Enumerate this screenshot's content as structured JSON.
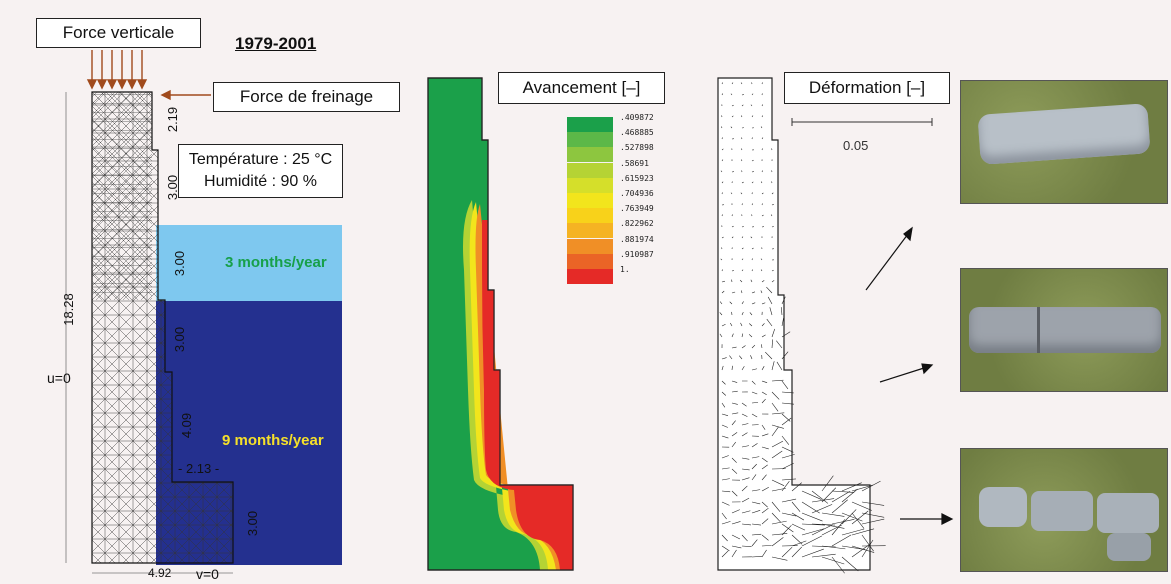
{
  "title": "1979-2001",
  "mesh_panel": {
    "force_verticale": "Force verticale",
    "force_freinage": "Force de freinage",
    "conditions": {
      "temperature": "Température : 25 °C",
      "humidite": "Humidité : 90 %"
    },
    "band_top": {
      "label": "3 months/year",
      "color": "#7ec8ef"
    },
    "band_bottom": {
      "label": "9 months/year",
      "color": "#24308f"
    },
    "dimensions": {
      "d1": "2.19",
      "d2": "3.00",
      "d3": "3.00",
      "d4": "3.00",
      "d5": "4.09",
      "d6": "- 2.13 -",
      "d7": "3.00",
      "height": "18.28",
      "width": "4.92"
    },
    "bc_u": "u=0",
    "bc_v": "v=0"
  },
  "avancement_panel": {
    "label": "Avancement [–]",
    "legend": [
      {
        "value": ".409872",
        "color": "#1ba04a"
      },
      {
        "value": ".468885",
        "color": "#5cb848"
      },
      {
        "value": ".527898",
        "color": "#8dc63f"
      },
      {
        "value": ".58691",
        "color": "#b5d334"
      },
      {
        "value": ".615923",
        "color": "#d5df2a"
      },
      {
        "value": ".704936",
        "color": "#f2e51c"
      },
      {
        "value": ".763949",
        "color": "#f8d21a"
      },
      {
        "value": ".822962",
        "color": "#f5b323"
      },
      {
        "value": ".881974",
        "color": "#f08f26"
      },
      {
        "value": ".910987",
        "color": "#ea6426"
      },
      {
        "value": "1.",
        "color": "#e52a27"
      }
    ]
  },
  "deformation_panel": {
    "label": "Déformation [–]",
    "scale_label": "0.05"
  }
}
